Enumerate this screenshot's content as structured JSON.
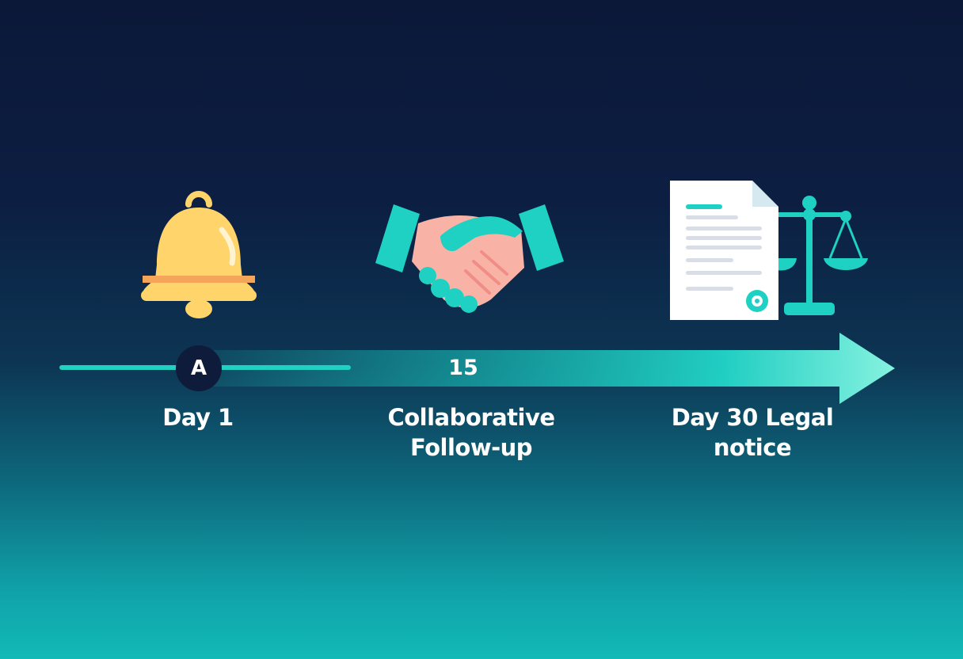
{
  "timeline": {
    "start_marker": "A",
    "mid_marker": "15",
    "milestones": [
      {
        "icon": "bell-icon",
        "lines": [
          "Day 1"
        ]
      },
      {
        "icon": "handshake-icon",
        "lines": [
          "Collaborative",
          "Follow-up"
        ]
      },
      {
        "icon": "legal-document-scales-icon",
        "lines": [
          "Day 30 Legal",
          "notice"
        ]
      }
    ]
  },
  "colors": {
    "background_top": "#0b1838",
    "background_bottom": "#12b9b6",
    "accent_teal": "#1fd1c3",
    "bell_yellow": "#ffd46b",
    "bell_band": "#f5a55a",
    "hand_pink": "#f9b3a6",
    "marker_dark": "#0f1b3a"
  }
}
